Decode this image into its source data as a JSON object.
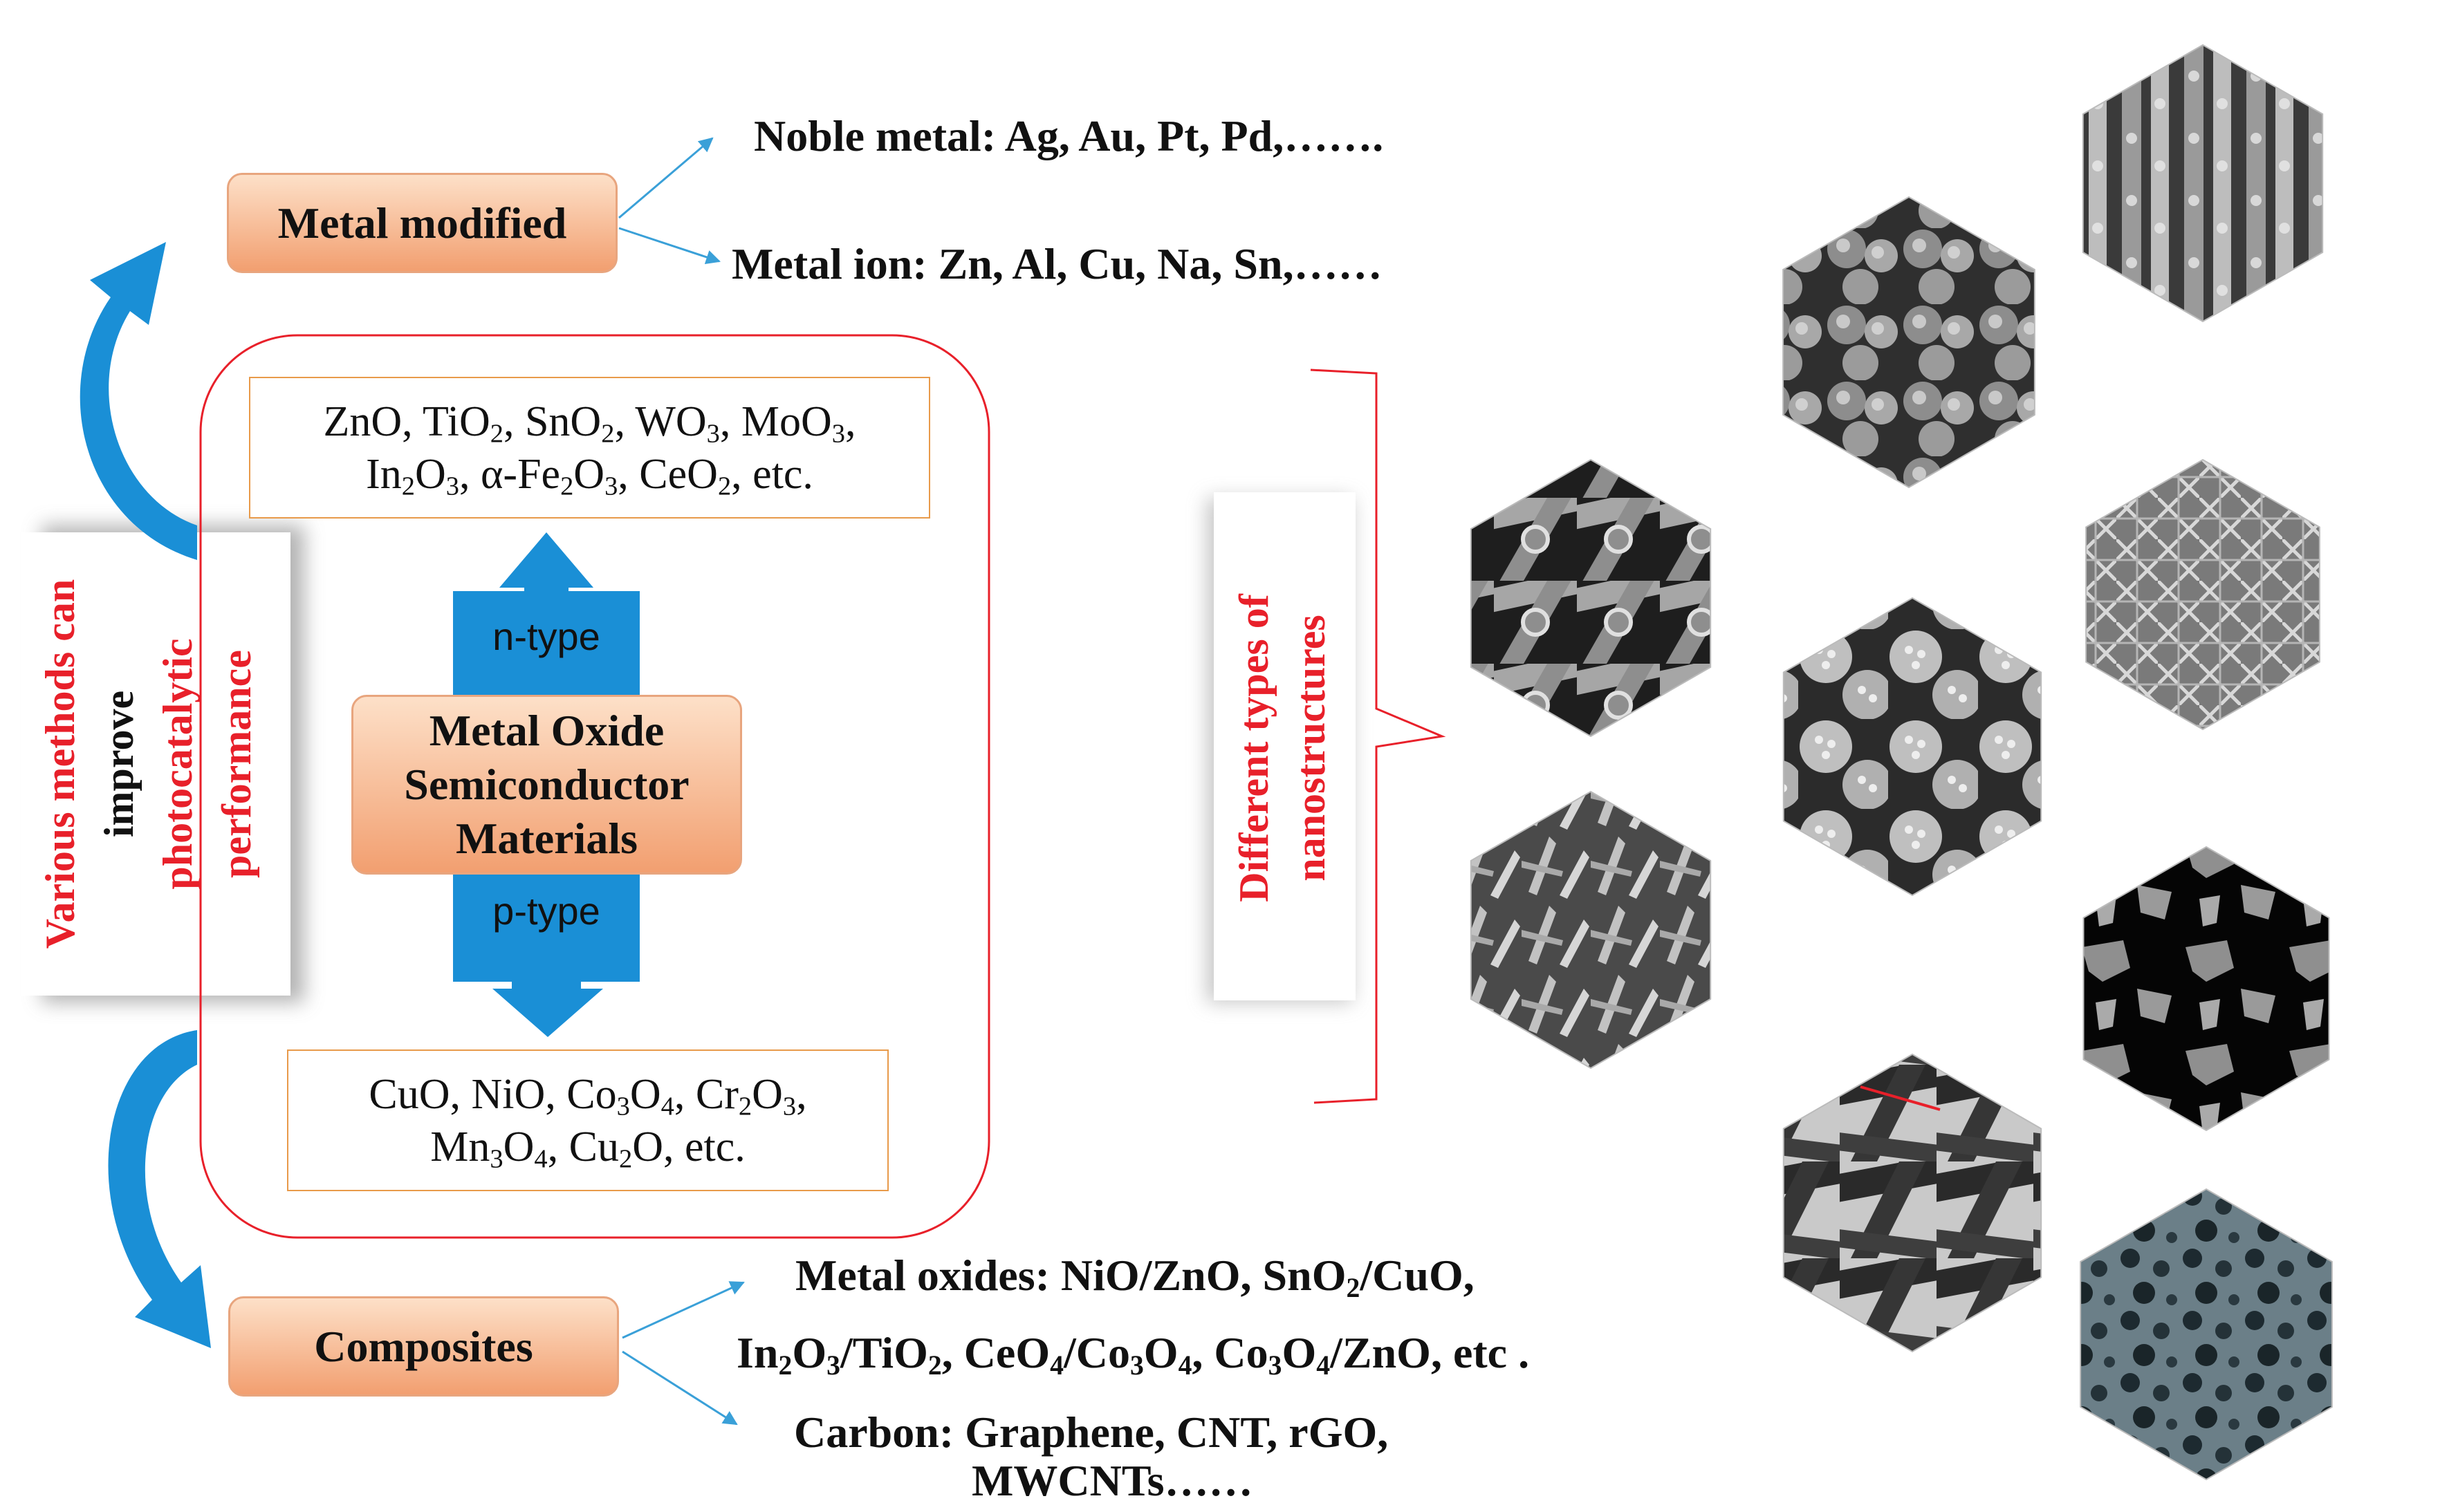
{
  "colors": {
    "pill_fill_top": "#fcd5b8",
    "pill_fill_bottom": "#f4a77c",
    "pill_border": "#e8a57e",
    "blue_arrow": "#1a8fd6",
    "red_text": "#e8202a",
    "red_frame": "#e8202a",
    "textbox_border": "#e89a4a"
  },
  "left_label": {
    "lines": [
      "Various methods can",
      "improve",
      "photocatalytic",
      "performance"
    ]
  },
  "metal_modified": {
    "label": "Metal modified",
    "noble_metal": "Noble metal: Ag, Au, Pt, Pd,…….",
    "metal_ion": "Metal ion: Zn, Al, Cu, Na, Sn,……"
  },
  "n_type_box": {
    "line1": [
      {
        "t": "ZnO, TiO"
      },
      {
        "t": "2",
        "sub": true
      },
      {
        "t": ", SnO"
      },
      {
        "t": "2",
        "sub": true
      },
      {
        "t": ", WO"
      },
      {
        "t": "3",
        "sub": true
      },
      {
        "t": ", MoO"
      },
      {
        "t": "3",
        "sub": true
      },
      {
        "t": ","
      }
    ],
    "line2": [
      {
        "t": "In"
      },
      {
        "t": "2",
        "sub": true
      },
      {
        "t": "O"
      },
      {
        "t": "3",
        "sub": true
      },
      {
        "t": ", α-Fe"
      },
      {
        "t": "2",
        "sub": true
      },
      {
        "t": "O"
      },
      {
        "t": "3",
        "sub": true
      },
      {
        "t": ", CeO"
      },
      {
        "t": "2",
        "sub": true
      },
      {
        "t": ", etc."
      }
    ]
  },
  "center": {
    "n_type": "n-type",
    "p_type": "p-type",
    "label": "Metal Oxide Semiconductor Materials"
  },
  "p_type_box": {
    "line1": [
      {
        "t": "CuO, NiO, Co"
      },
      {
        "t": "3",
        "sub": true
      },
      {
        "t": "O"
      },
      {
        "t": "4",
        "sub": true
      },
      {
        "t": ", Cr"
      },
      {
        "t": "2",
        "sub": true
      },
      {
        "t": "O"
      },
      {
        "t": "3",
        "sub": true
      },
      {
        "t": ","
      }
    ],
    "line2": [
      {
        "t": "Mn"
      },
      {
        "t": "3",
        "sub": true
      },
      {
        "t": "O"
      },
      {
        "t": "4",
        "sub": true
      },
      {
        "t": ", Cu"
      },
      {
        "t": "2",
        "sub": true
      },
      {
        "t": "O, etc."
      }
    ]
  },
  "composites": {
    "label": "Composites",
    "metal_oxides_line1": [
      {
        "t": "Metal oxides: NiO/ZnO, SnO"
      },
      {
        "t": "2",
        "sub": true
      },
      {
        "t": "/CuO,"
      }
    ],
    "metal_oxides_line2": [
      {
        "t": "In"
      },
      {
        "t": "2",
        "sub": true
      },
      {
        "t": "O"
      },
      {
        "t": "3",
        "sub": true
      },
      {
        "t": "/TiO"
      },
      {
        "t": "2",
        "sub": true
      },
      {
        "t": ", CeO"
      },
      {
        "t": "4",
        "sub": true
      },
      {
        "t": "/Co"
      },
      {
        "t": "3",
        "sub": true
      },
      {
        "t": "O"
      },
      {
        "t": "4",
        "sub": true
      },
      {
        "t": ", Co"
      },
      {
        "t": "3",
        "sub": true
      },
      {
        "t": "O"
      },
      {
        "t": "4",
        "sub": true
      },
      {
        "t": "/ZnO, etc ."
      }
    ],
    "carbon_line1": "Carbon: Graphene, CNT, rGO,",
    "carbon_line2": "MWCNTs……"
  },
  "nanostructures_label": {
    "lines": [
      "Different types of",
      "nanostructures"
    ]
  }
}
